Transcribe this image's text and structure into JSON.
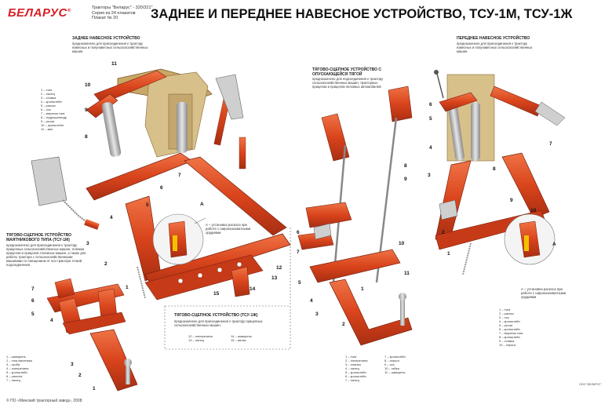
{
  "brand": {
    "logo_text": "БЕЛАРУС",
    "mark": "®",
    "series": [
      "Тракторы \"Беларус\" - 320/321\"",
      "Серия из 24 плакатов",
      "Плакат № 20"
    ]
  },
  "title": "ЗАДНЕЕ И ПЕРЕДНЕЕ НАВЕСНОЕ УСТРОЙСТВО, ТСУ-1М, ТСУ-1Ж",
  "rear": {
    "header": "ЗАДНЕЕ НАВЕСНОЕ УСТРОЙСТВО",
    "desc": "предназначено для присоединения к трактору навесных и полунавесных сельскохозяйственных машин.",
    "legend": [
      "1 – тяга",
      "2 – палец",
      "3 – стяжка",
      "4 – кронштейн",
      "5 – раскос",
      "6 – ось",
      "7 – верхняя тяга",
      "8 – гидроцилиндр",
      "9 – рычаг",
      "10 – кронштейн",
      "11 – вал"
    ]
  },
  "tsu1m": {
    "header": "ТЯГОВО-СЦЕПНОЕ УСТРОЙСТВО МАЯТНИКОВОГО ТИПА (ТСУ-1М)",
    "desc": "предназначено для присоединения к трактору прицепных сельскохозяйственных машин, тележки прицепов и прицепов тележных машин, а также для работы трактора с сельскохозяйственными машинами со смещением от оси трактора точкой подсоединения.",
    "legend": [
      "1 – шкворень",
      "2 – тяга маятника",
      "3 – скоба",
      "4 – поперечина",
      "5 – кронштейн",
      "6 – шплинт",
      "7 – палец"
    ]
  },
  "center": {
    "header": "ТЯГОВО-СЦЕПНОЕ УСТРОЙСТВО С ОПУСКАЮЩЕЙСЯ ТЯГОЙ",
    "desc": "предназначено для подсоединения к трактору сельскохозяйственных машин, тракторных прицепов и прицепов легковых автомобилей.",
    "legend_left": [
      "1 – тяга",
      "2 – поперечина",
      "3 – планка",
      "4 – палец",
      "5 – кронштейн",
      "6 – кронштейн",
      "7 – палец"
    ],
    "legend_right": [
      "7 – кронштейн",
      "8 – серьга",
      "9 – ось",
      "10 – гайка",
      "11 – шкворень"
    ]
  },
  "inset": {
    "letter": "А",
    "note": "А – установка раскоса при работе с широкозахватными орудиями"
  },
  "tsu1zh": {
    "header": "ТЯГОВО-СЦЕПНОЕ УСТРОЙСТВО (ТСУ-1Ж)",
    "desc": "предназначено для присоединения к трактору прицепных сельскохозяйственных машин.",
    "legend": [
      "12 – поперечина",
      "13 – палец",
      "14 – шкворень",
      "15 – вилка"
    ]
  },
  "front": {
    "header": "ПЕРЕДНЕЕ НАВЕСНОЕ УСТРОЙСТВО",
    "desc": "предназначено для присоединения к трактору навесных и полунавесных сельскохозяйственных машин.",
    "note": "А – установка раскоса при работе с широкозахватными орудиями",
    "legend": [
      "1 – тяга",
      "2 – раскос",
      "3 – ось",
      "4 – кронштейн",
      "5 – рычаг",
      "6 – кронштейн",
      "7 – верхняя тяга",
      "8 – кронштейн",
      "9 – стяжка",
      "10 – серьга"
    ]
  },
  "footer": "© ПО «Минский тракторный завод», 2008",
  "publisher": "ООО \"БЕЛАРУС\"",
  "colors": {
    "brand": "#d41f26",
    "part": "#d9441c",
    "part_dark": "#a82e12",
    "part_light": "#ef7446",
    "metal": "#b9b9b9",
    "brass": "#c9a766"
  }
}
